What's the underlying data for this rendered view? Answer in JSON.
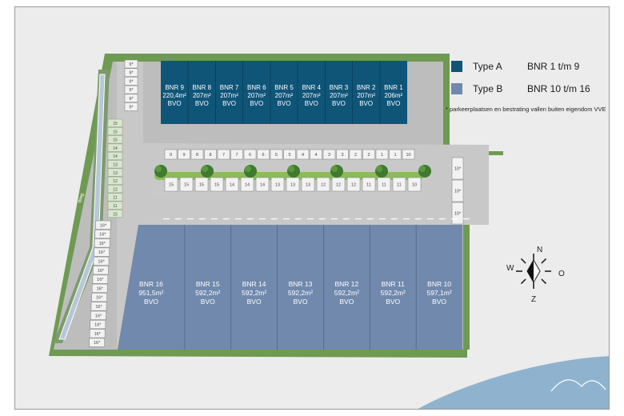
{
  "colors": {
    "type_a": "#0f5578",
    "type_b": "#7189ac",
    "asphalt": "#c8c8c8",
    "grass": "#6f9a52"
  },
  "legend": [
    {
      "swatch": "#0f5578",
      "type": "Type A",
      "range": "BNR 1 t/m 9"
    },
    {
      "swatch": "#7189ac",
      "type": "Type B",
      "range": "BNR 10 t/m 16"
    }
  ],
  "note": "* parkeerplaatsen en bestrating vallen buiten eigendom VVE",
  "units_type_a": [
    {
      "name": "BNR 9",
      "area": "220,4m²",
      "bvo": "BVO"
    },
    {
      "name": "BNR 8",
      "area": "207m²",
      "bvo": "BVO"
    },
    {
      "name": "BNR 7",
      "area": "207m²",
      "bvo": "BVO"
    },
    {
      "name": "BNR 6",
      "area": "207m²",
      "bvo": "BVO"
    },
    {
      "name": "BNR 5",
      "area": "207m²",
      "bvo": "BVO"
    },
    {
      "name": "BNR 4",
      "area": "207m²",
      "bvo": "BVO"
    },
    {
      "name": "BNR 3",
      "area": "207m²",
      "bvo": "BVO"
    },
    {
      "name": "BNR 2",
      "area": "207m²",
      "bvo": "BVO"
    },
    {
      "name": "BNR 1",
      "area": "206m²",
      "bvo": "BVO"
    }
  ],
  "units_type_b": [
    {
      "name": "BNR 16",
      "area": "951,5m²",
      "bvo": "BVO"
    },
    {
      "name": "BNR 15",
      "area": "592,2m²",
      "bvo": "BVO"
    },
    {
      "name": "BNR 14",
      "area": "592,2m²",
      "bvo": "BVO"
    },
    {
      "name": "BNR 13",
      "area": "592,2m²",
      "bvo": "BVO"
    },
    {
      "name": "BNR 12",
      "area": "592,2m²",
      "bvo": "BVO"
    },
    {
      "name": "BNR 11",
      "area": "592,2m²",
      "bvo": "BVO"
    },
    {
      "name": "BNR 10",
      "area": "597,1m²",
      "bvo": "BVO"
    }
  ],
  "parking_left_top": [
    "9*",
    "9*",
    "9*",
    "9*",
    "9*",
    "9*"
  ],
  "parking_left_mid": [
    "15",
    "15",
    "15",
    "14",
    "14",
    "13",
    "13",
    "12",
    "12",
    "11",
    "11",
    "15"
  ],
  "parking_left_bottom": [
    "16*",
    "16*",
    "16*",
    "16*",
    "16*",
    "16*",
    "16*",
    "16*",
    "16*",
    "16*",
    "16*",
    "16*",
    "16*",
    "16*"
  ],
  "parking_center_top": [
    "9",
    "9",
    "8",
    "8",
    "7",
    "7",
    "6",
    "6",
    "5",
    "5",
    "4",
    "4",
    "3",
    "3",
    "2",
    "2",
    "1",
    "1",
    "10"
  ],
  "parking_center_bottom": [
    "15",
    "15",
    "15",
    "15",
    "14",
    "14",
    "14",
    "13",
    "13",
    "13",
    "12",
    "12",
    "12",
    "11",
    "11",
    "11",
    "10"
  ],
  "parking_right": [
    "10*",
    "10*",
    "10*"
  ],
  "road_label": "Weg",
  "compass": {
    "n": "N",
    "o": "O",
    "z": "Z",
    "w": "W"
  }
}
